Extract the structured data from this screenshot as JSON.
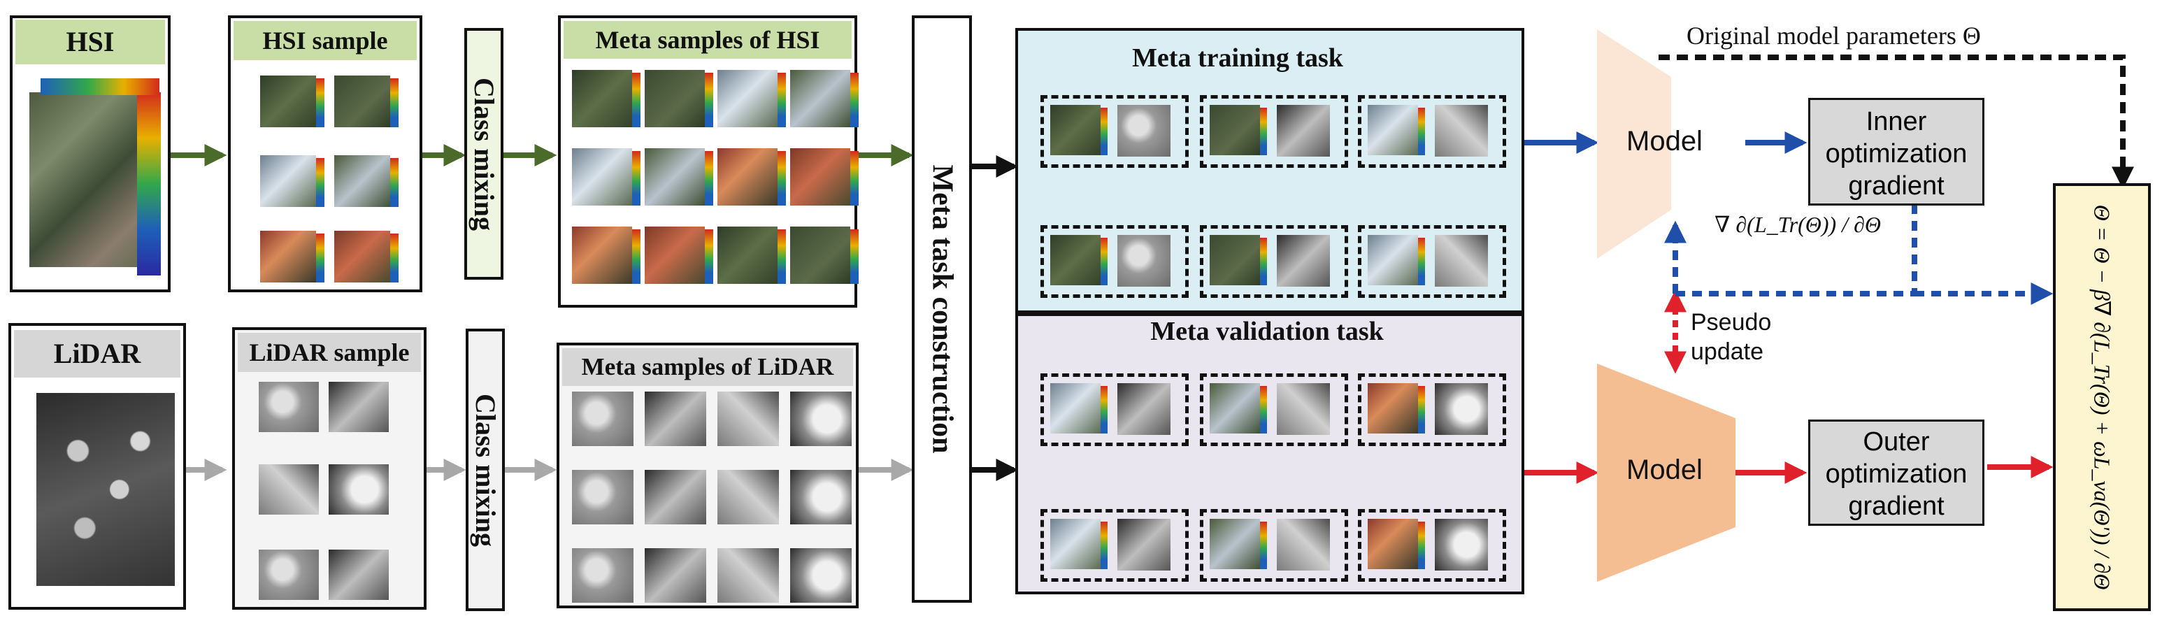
{
  "hsi": {
    "title": "HSI",
    "sample_title": "HSI sample",
    "meta_title": "Meta samples of HSI"
  },
  "lidar": {
    "title": "LiDAR",
    "sample_title": "LiDAR sample",
    "meta_title": "Meta samples of LiDAR"
  },
  "class_mixing": "Class mixing",
  "meta_task_construction": "Meta task construction",
  "meta_training_task": "Meta training task",
  "meta_validation_task": "Meta validation task",
  "model_top": "Model",
  "model_bottom": "Model",
  "inner_gradient": [
    "Inner",
    "optimization",
    "gradient"
  ],
  "outer_gradient": [
    "Outer",
    "optimization",
    "gradient"
  ],
  "original_params": "Original model parameters Θ",
  "pseudo_update": [
    "Pseudo",
    "update"
  ],
  "gradient_expr": "∇ ∂(L_Tr(Θ)) / ∂Θ",
  "update_formula": "Θ = Θ − β∇ ∂(L_Tr(Θ) + ωL_va(Θ')) / ∂Θ",
  "colors": {
    "green_arrow": "#4a6b2a",
    "blue_arrow": "#1f4fa8",
    "red_arrow": "#e0202a",
    "gray_arrow": "#a8a8a8",
    "hsi_header": "#c9dea6",
    "lidar_header": "#d6d6d6",
    "meta_train_bg": "#daeef3",
    "meta_val_bg": "#e9e6f0",
    "model_top_fill": "#fbe6d6",
    "model_bottom_fill": "#f5be92",
    "grad_box": "#d8d8d8",
    "formula_box": "#fdf5cf"
  }
}
